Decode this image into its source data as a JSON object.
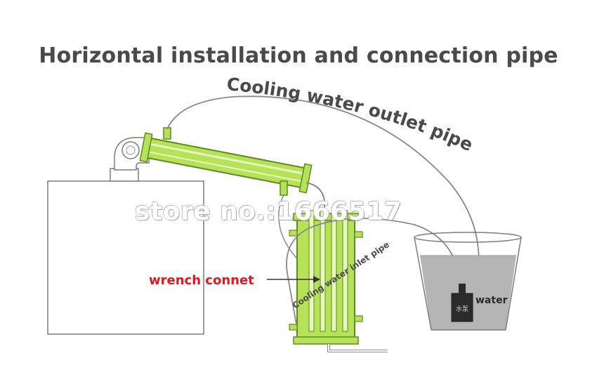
{
  "diagram": {
    "title": "Horizontal installation and connection pipe",
    "labels": {
      "outlet_pipe": "Cooling water outlet pipe",
      "inlet_pipe": "Cooling water inlet pipe",
      "wrench": "wrench connet",
      "water": "water",
      "pump_chars": "水泵"
    },
    "watermark": "store no.:1666517",
    "colors": {
      "condenser": "#b6e25a",
      "condenser_outline": "#5f8a1e",
      "outline": "#7d7d7d",
      "water": "#b5b5b5",
      "pump": "#2b2b2b",
      "wrench_text": "#e6171c",
      "title_text": "#4a4a4a"
    },
    "components": [
      "boiler",
      "elbow-pipe",
      "horizontal-condenser",
      "vertical-cooler",
      "water-bucket",
      "water-pump"
    ]
  }
}
